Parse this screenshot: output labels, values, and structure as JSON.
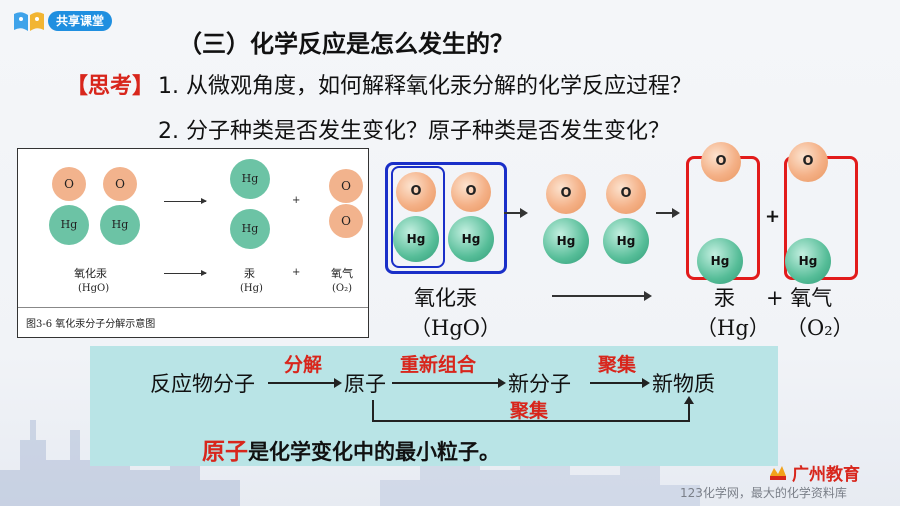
{
  "header": {
    "logo_label": "共享课堂",
    "title": "（三）化学反应是怎么发生的？"
  },
  "questions": {
    "tag": "【思考】",
    "q1": "1. 从微观角度，如何解释氧化汞分解的化学反应过程？",
    "q2": "2. 分子种类是否发生变化？原子种类是否发生变化？"
  },
  "figure": {
    "atom_o": "O",
    "atom_hg": "Hg",
    "plus": "+",
    "reactant_name": "氧化汞",
    "reactant_formula": "(HgO)",
    "product1_name": "汞",
    "product1_formula": "(Hg)",
    "product2_name": "氧气",
    "product2_formula": "(O₂)",
    "caption": "图3-6  氧化汞分子分解示意图"
  },
  "diagram": {
    "atom_o": "O",
    "atom_hg": "Hg",
    "plus": "+",
    "reactant_name": "氧化汞",
    "reactant_formula": "（HgO）",
    "product1_name": "汞",
    "product1_formula": "（Hg）",
    "product2_name": "+ 氧气",
    "product2_formula": "（O₂）"
  },
  "summary": {
    "step1": "反应物分子",
    "step2": "原子",
    "step3": "新分子",
    "step4": "新物质",
    "label1": "分解",
    "label2": "重新组合",
    "label3": "聚集",
    "label4": "聚集",
    "conclusion_red": "原子",
    "conclusion_rest": "是化学变化中的最小粒子。"
  },
  "footer": {
    "brand": "广州教育",
    "watermark": "123化学网，最大的化学资料库"
  },
  "colors": {
    "accent_red": "#d8261c",
    "box_blue": "#1a2fc8",
    "box_red": "#e21b1b",
    "summary_bg": "#b9e4e6"
  }
}
